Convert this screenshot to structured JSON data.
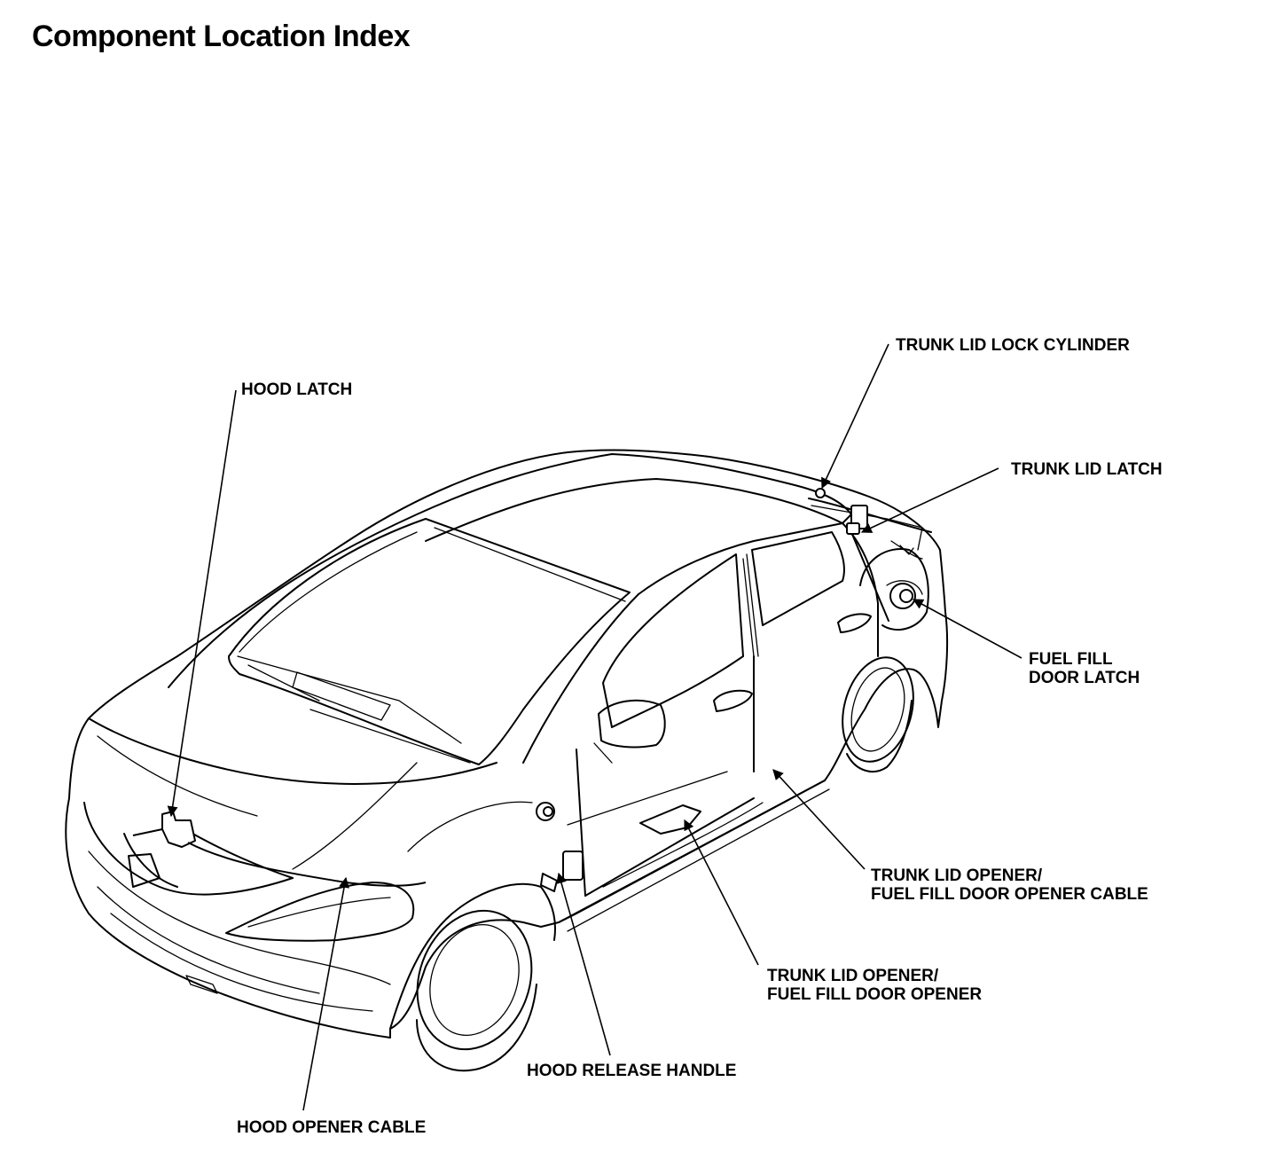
{
  "title": "Component Location Index",
  "callouts": {
    "hood_latch": [
      "HOOD LATCH"
    ],
    "trunk_lid_lock_cylinder": [
      "TRUNK LID LOCK CYLINDER"
    ],
    "trunk_lid_latch": [
      "TRUNK LID LATCH"
    ],
    "fuel_fill_door_latch": [
      "FUEL FILL",
      "DOOR LATCH"
    ],
    "opener_cable": [
      "TRUNK LID OPENER/",
      "FUEL FILL DOOR OPENER CABLE"
    ],
    "opener": [
      "TRUNK LID OPENER/",
      "FUEL FILL DOOR OPENER"
    ],
    "hood_release_handle": [
      "HOOD RELEASE HANDLE"
    ],
    "hood_opener_cable": [
      "HOOD OPENER CABLE"
    ]
  }
}
